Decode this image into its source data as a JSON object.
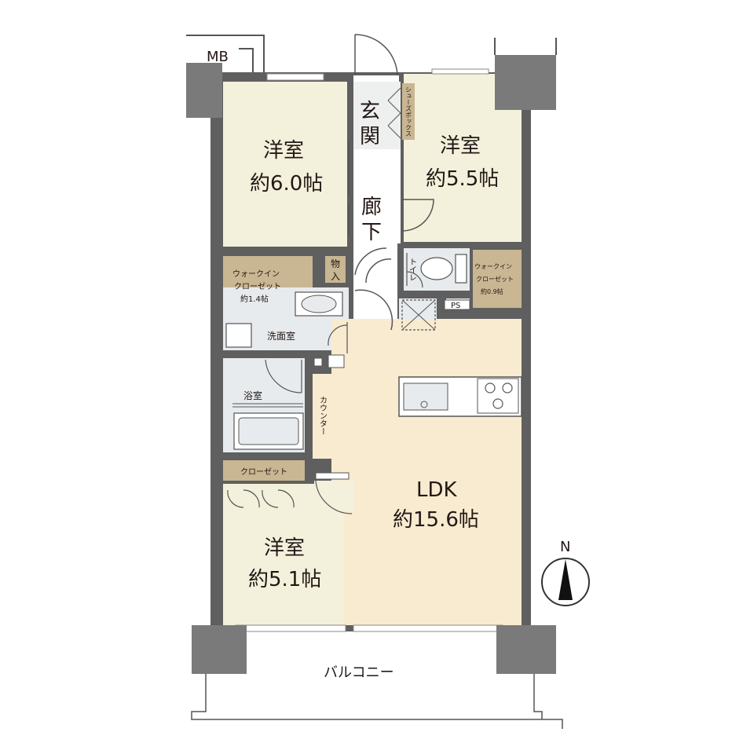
{
  "rooms": {
    "western_room_1": {
      "name": "洋室",
      "size": "約6.0帖"
    },
    "western_room_2": {
      "name": "洋室",
      "size": "約5.5帖"
    },
    "western_room_3": {
      "name": "洋室",
      "size": "約5.1帖"
    },
    "ldk": {
      "name": "LDK",
      "size": "約15.6帖"
    }
  },
  "labels": {
    "mb": "MB",
    "genkan_1": "玄",
    "genkan_2": "関",
    "rouka_1": "廊",
    "rouka_2": "下",
    "shoe_box": "シューズボックス",
    "storage_1": "物",
    "storage_2": "入",
    "toilet": "トイレ",
    "ps": "PS",
    "washroom": "洗面室",
    "bathroom": "浴室",
    "counter": "カウンター",
    "closet": "クローゼット",
    "balcony": "バルコニー",
    "north": "N"
  },
  "walk_in_closet_1": {
    "line1": "ウォークイン",
    "line2": "クローゼット",
    "size": "約1.4帖"
  },
  "walk_in_closet_2": {
    "line1": "ウォークイン",
    "line2": "クローゼット",
    "size": "約0.9帖"
  },
  "colors": {
    "floor_room": "#f3f1dc",
    "floor_ldk": "#f8ebd0",
    "floor_wet": "#e7ebed",
    "storage": "#c9b692",
    "wall": "#5f5f5f",
    "pillar": "#7a7a7a"
  }
}
